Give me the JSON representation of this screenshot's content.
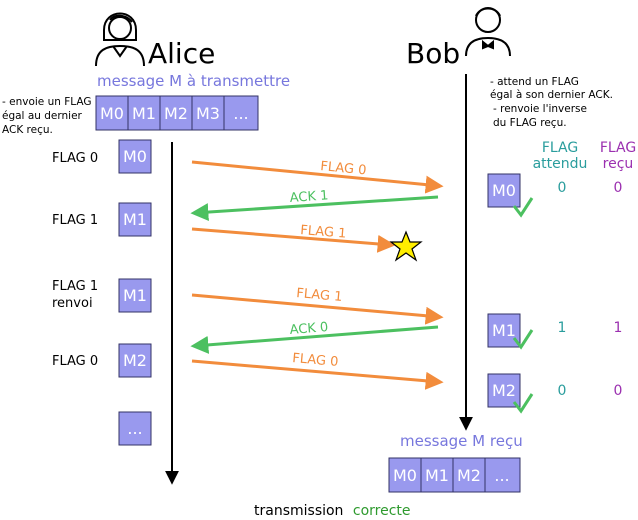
{
  "actors": {
    "sender": "Alice",
    "receiver": "Bob"
  },
  "sender_caption": "message M à transmettre",
  "receiver_caption": "message M reçu",
  "sender_buffer": [
    "M0",
    "M1",
    "M2",
    "M3",
    "..."
  ],
  "receiver_buffer": [
    "M0",
    "M1",
    "M2",
    "..."
  ],
  "sender_notes": [
    "- envoie un FLAG",
    "égal au dernier",
    "ACK reçu."
  ],
  "receiver_notes": [
    "- attend un FLAG",
    "égal à son dernier ACK.",
    "- renvoie l'inverse",
    "du FLAG reçu."
  ],
  "column_headers": {
    "expected": [
      "FLAG",
      "attendu"
    ],
    "received": [
      "FLAG",
      "reçu"
    ]
  },
  "sender_steps": [
    {
      "label": [
        "FLAG 0"
      ],
      "box": "M0"
    },
    {
      "label": [
        "FLAG 1"
      ],
      "box": "M1"
    },
    {
      "label": [
        "FLAG 1",
        "renvoi"
      ],
      "box": "M1"
    },
    {
      "label": [
        "FLAG 0"
      ],
      "box": "M2"
    },
    {
      "label": [],
      "box": "..."
    }
  ],
  "receiver_rows": [
    {
      "box": "M0",
      "expected": "0",
      "received": "0"
    },
    {
      "box": "M1",
      "expected": "1",
      "received": "1"
    },
    {
      "box": "M2",
      "expected": "0",
      "received": "0"
    }
  ],
  "messages": [
    {
      "label": "FLAG 0",
      "direction": "to-receiver",
      "lost": false
    },
    {
      "label": "ACK 1",
      "direction": "to-sender",
      "lost": false
    },
    {
      "label": "FLAG 1",
      "direction": "to-receiver",
      "lost": true
    },
    {
      "label": "FLAG 1",
      "direction": "to-receiver",
      "lost": false
    },
    {
      "label": "ACK 0",
      "direction": "to-sender",
      "lost": false
    },
    {
      "label": "FLAG 0",
      "direction": "to-receiver",
      "lost": false
    }
  ],
  "footer": {
    "prefix": "transmission",
    "status": "correcte"
  },
  "colors": {
    "flag": "#f28c3c",
    "ack": "#4cc060",
    "box": "#9999ee",
    "expected_col": "#2a9d9d",
    "received_col": "#9b30b0",
    "caption": "#7777dd",
    "status": "#2e9a2e"
  }
}
